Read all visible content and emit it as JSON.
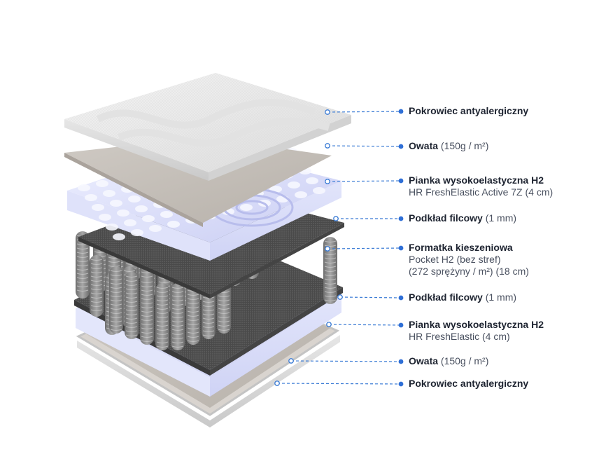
{
  "colors": {
    "accent": "#2f6fd6",
    "leader": "#3a7bd5",
    "text": "#1d2330",
    "muted": "#4a5160"
  },
  "layers": [
    {
      "title": "Pokrowiec antyalergiczny",
      "detail": "",
      "lines": []
    },
    {
      "title": "Owata",
      "detail": "(150g / m²)",
      "lines": []
    },
    {
      "title": "Pianka wysokoelastyczna H2",
      "detail": "",
      "lines": [
        "HR FreshElastic Active 7Z (4 cm)"
      ]
    },
    {
      "title": "Podkład filcowy",
      "detail": "(1 mm)",
      "lines": []
    },
    {
      "title": "Formatka kieszeniowa",
      "detail": "",
      "lines": [
        "Pocket H2 (bez stref)",
        "(272 sprężyny / m²) (18 cm)"
      ]
    },
    {
      "title": "Podkład filcowy",
      "detail": "(1 mm)",
      "lines": []
    },
    {
      "title": "Pianka wysokoelastyczna H2",
      "detail": "",
      "lines": [
        "HR FreshElastic (4 cm)"
      ]
    },
    {
      "title": "Owata",
      "detail": "(150g / m²)",
      "lines": []
    },
    {
      "title": "Pokrowiec antyalergiczny",
      "detail": "",
      "lines": []
    }
  ]
}
